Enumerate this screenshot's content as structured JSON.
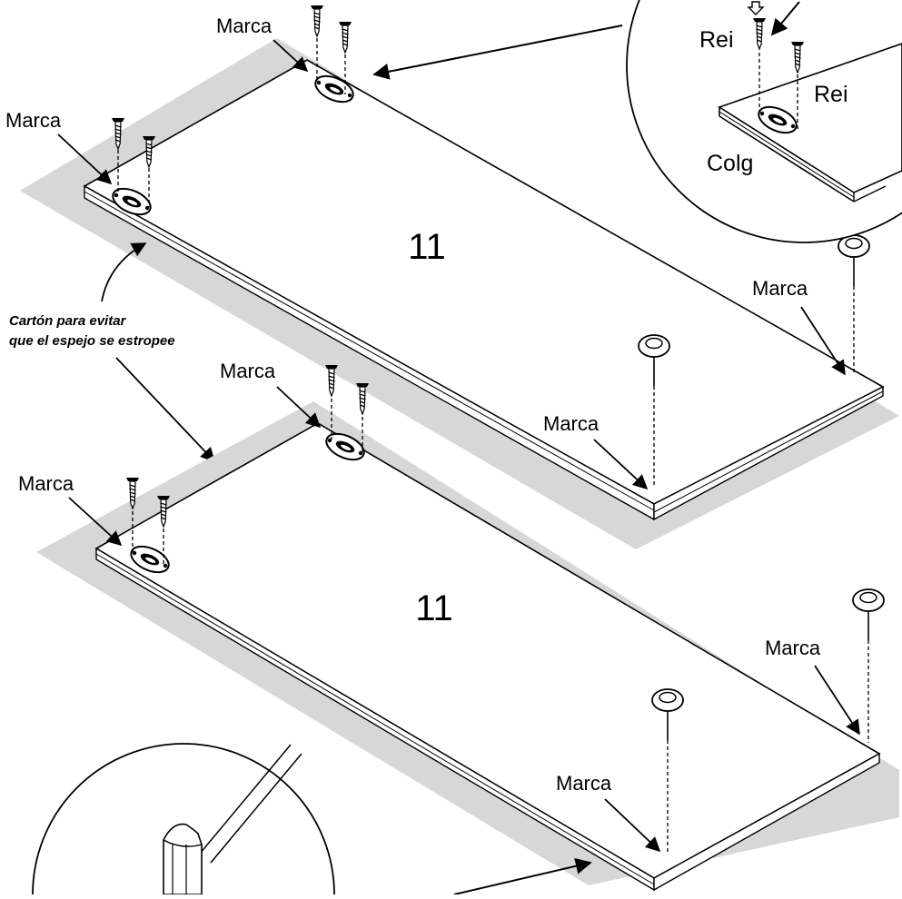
{
  "panel_number": "11",
  "mark_label": "Marca",
  "cardboard_note": {
    "line1": "Cartón para evitar",
    "line2": "que el espejo se estropee"
  },
  "zoom_top": {
    "screw_label_left": "Rei",
    "screw_label_right": "Rei",
    "hanger_label": "Colg"
  },
  "icons": [
    "screw-icon",
    "mirror-hanger-icon",
    "pin-cushion-icon",
    "hammer-icon",
    "arrow-icon"
  ]
}
